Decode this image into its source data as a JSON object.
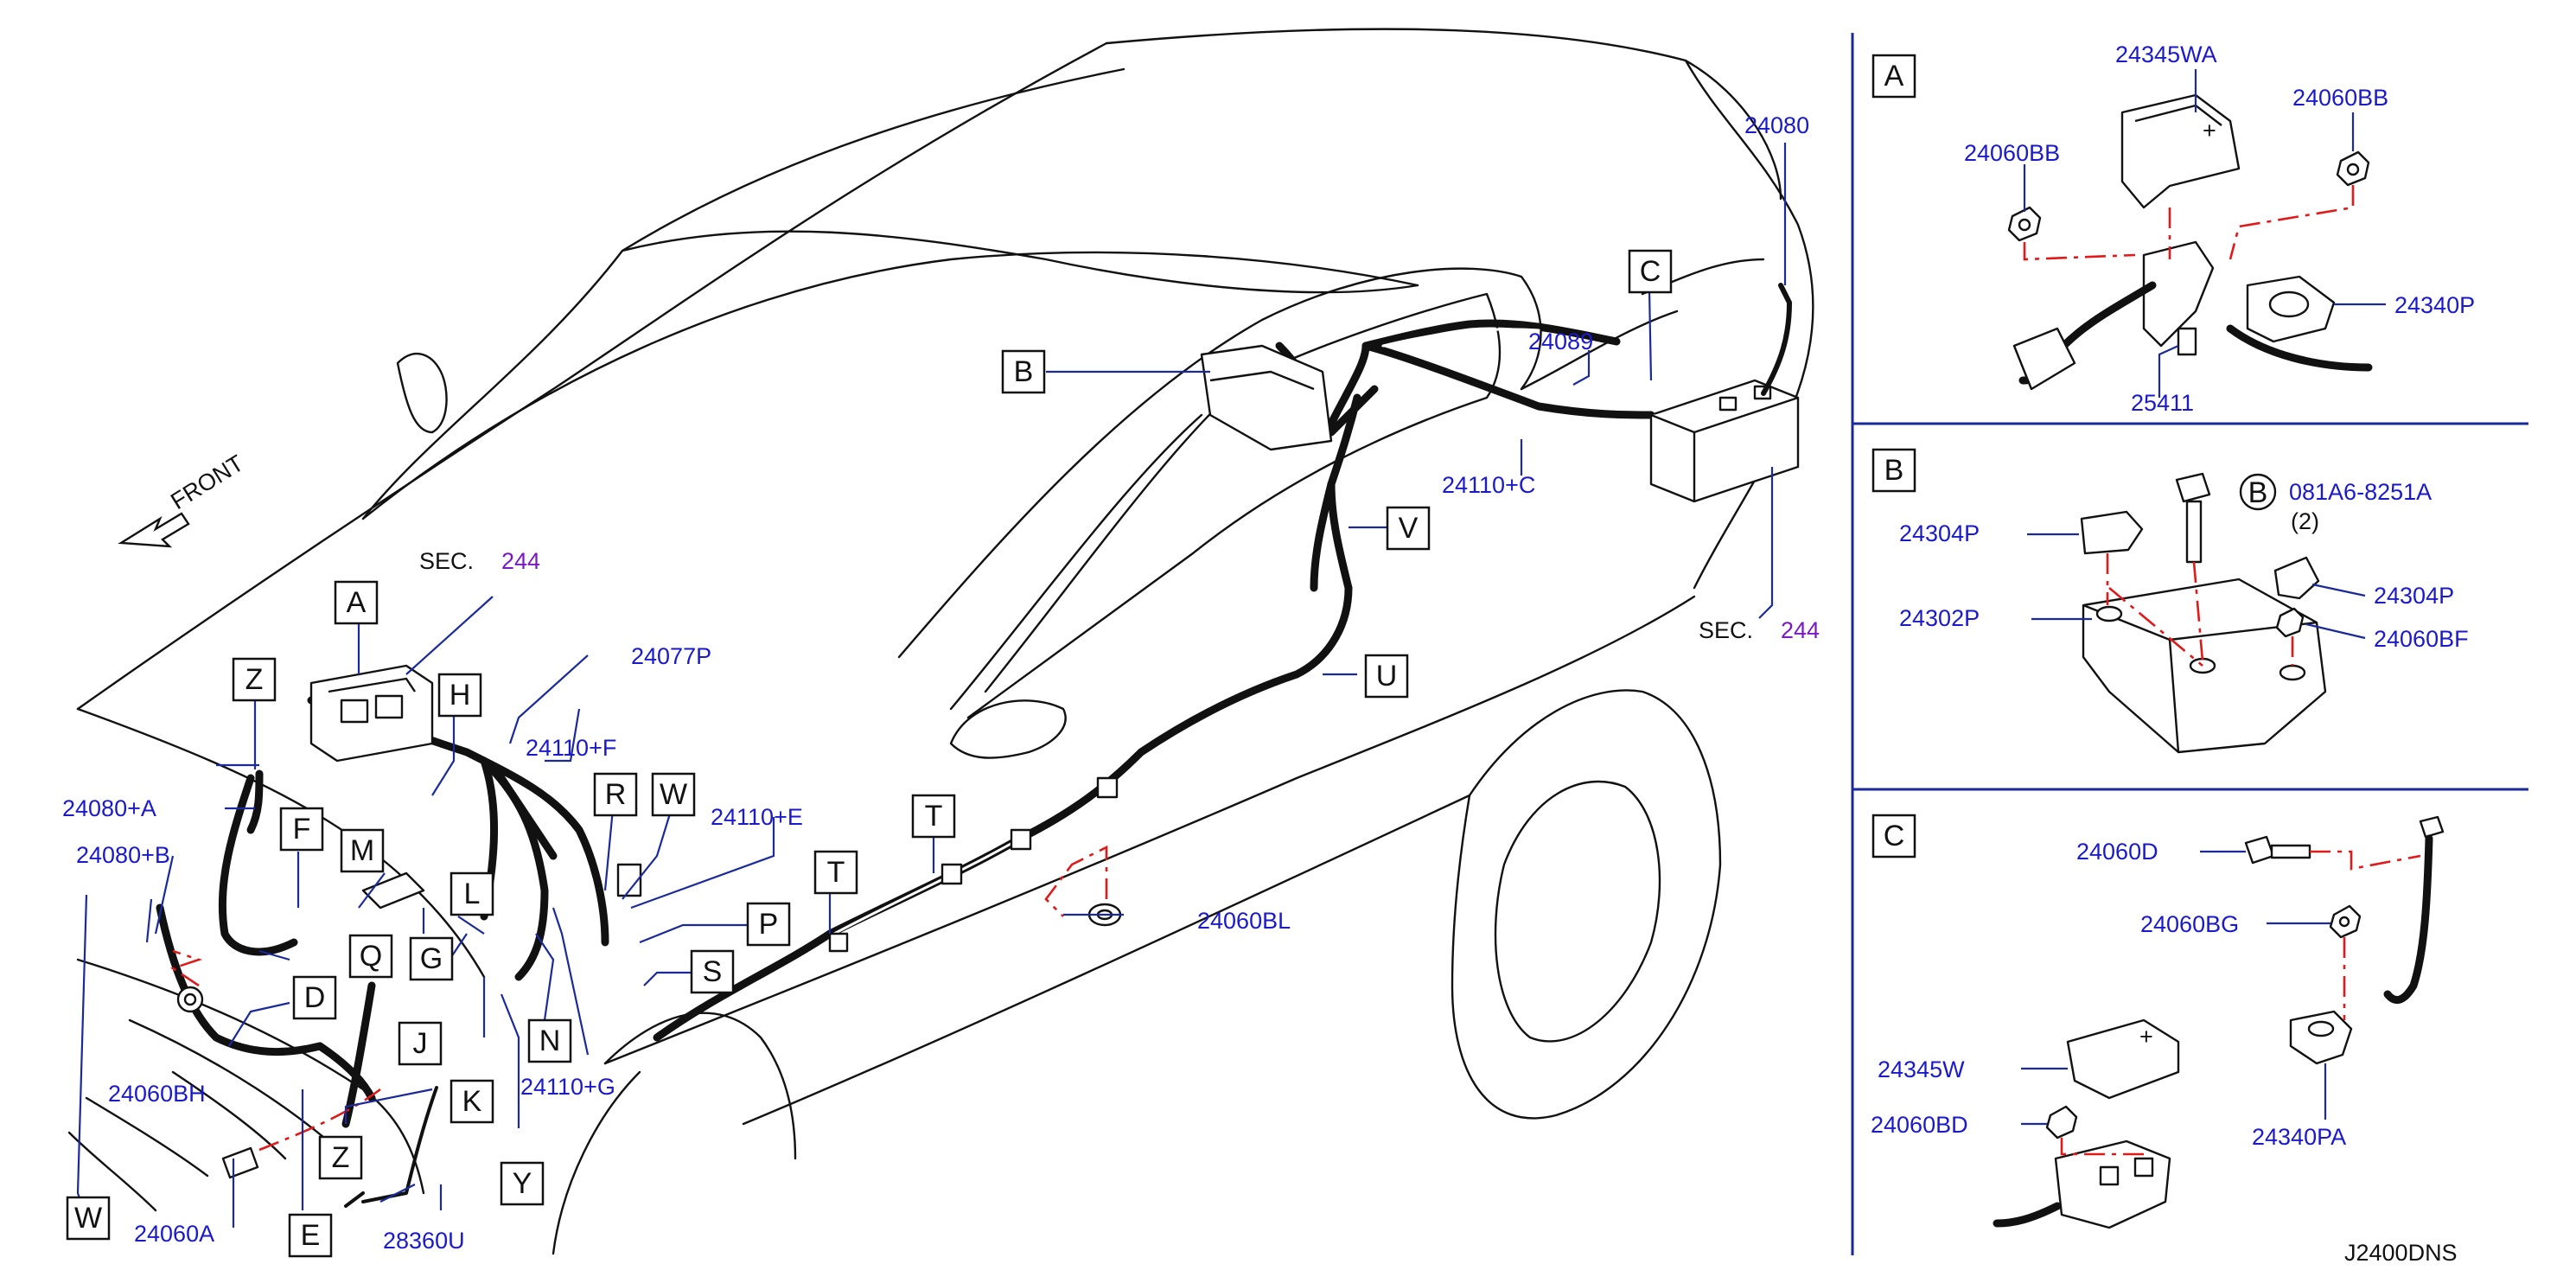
{
  "diagram_id": "J2400DNS",
  "front_label": "FRONT",
  "sec_prefix": "SEC.",
  "sec_number": "244",
  "main_callouts": {
    "p24077P": "24077P",
    "p24080pA": "24080+A",
    "p24080pB": "24080+B",
    "p24110pF": "24110+F",
    "p24110pE": "24110+E",
    "p24110pC": "24110+C",
    "p24110pG": "24110+G",
    "p24089": "24089",
    "p24080": "24080",
    "p24060BL": "24060BL",
    "p24060BH": "24060BH",
    "p24060A": "24060A",
    "p28360U": "28360U"
  },
  "letter_boxes": {
    "A": "A",
    "B": "B",
    "C": "C",
    "D": "D",
    "E": "E",
    "F": "F",
    "G": "G",
    "H": "H",
    "J": "J",
    "K": "K",
    "L": "L",
    "M": "M",
    "N": "N",
    "P": "P",
    "Q": "Q",
    "R": "R",
    "S": "S",
    "T": "T",
    "U": "U",
    "V": "V",
    "W": "W",
    "Y": "Y",
    "Z": "Z"
  },
  "detail_A": {
    "box": "A",
    "parts": {
      "p24345WA": "24345WA",
      "p24060BB": "24060BB",
      "p24340P": "24340P",
      "p25411": "25411"
    }
  },
  "detail_B": {
    "box": "B",
    "parts": {
      "p24304P": "24304P",
      "p24302P": "24302P",
      "p081A6": "081A6-8251A",
      "qty": "(2)",
      "circle": "B",
      "p24060BF": "24060BF"
    }
  },
  "detail_C": {
    "box": "C",
    "parts": {
      "p24060D": "24060D",
      "p24060BG": "24060BG",
      "p24345W": "24345W",
      "p24060BD": "24060BD",
      "p24340PA": "24340PA"
    }
  },
  "colors": {
    "label_blue": "#1a1acc",
    "section_purple": "#7a18c8",
    "leader_blue": "#1a2a9a",
    "install_red": "#e11919",
    "line_black": "#111111"
  },
  "icons": [
    "front-arrow-icon"
  ]
}
